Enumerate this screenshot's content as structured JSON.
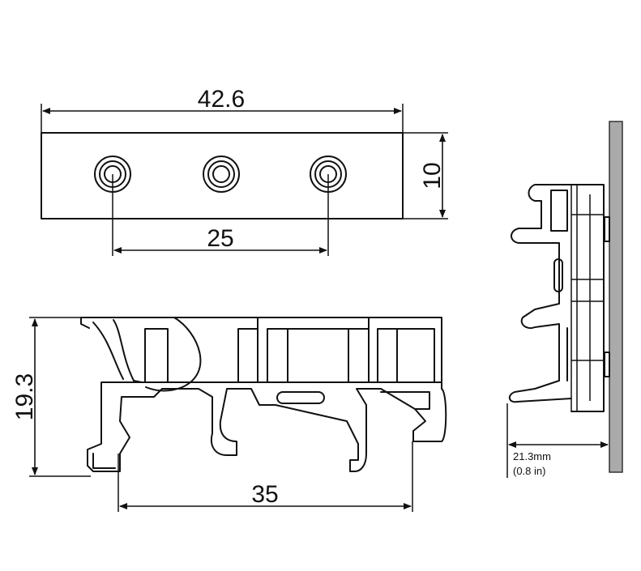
{
  "dimensions": {
    "top_width": "42.6",
    "top_height": "10",
    "hole_spacing": "25",
    "body_height": "19.3",
    "rail_width": "35",
    "side_depth_mm": "21.3mm",
    "side_depth_in": "(0.8 in)"
  },
  "colors": {
    "line": "#111111",
    "rail": "#aaaaaa",
    "background": "#ffffff"
  }
}
